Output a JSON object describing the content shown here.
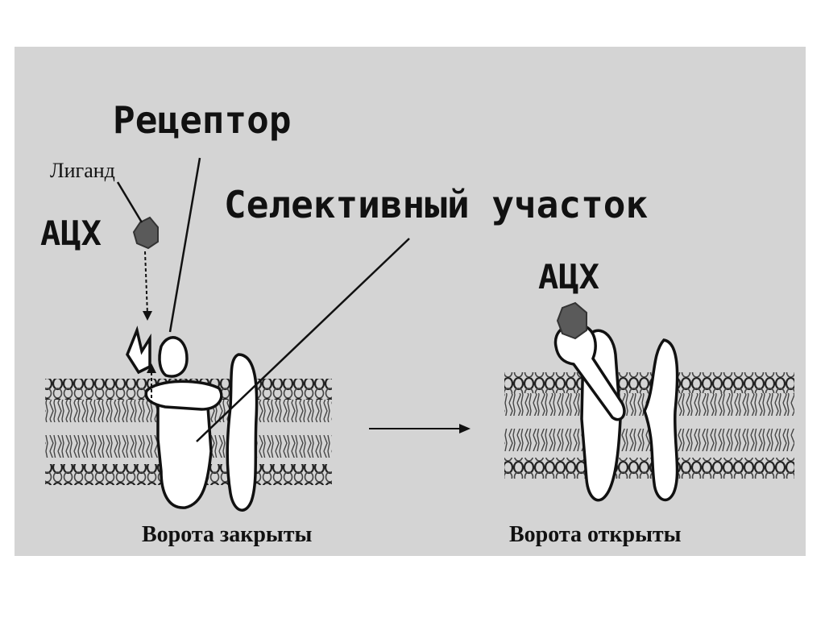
{
  "labels": {
    "receptor": "Рецептор",
    "ligand": "Лиганд",
    "ach_left": "АЦХ",
    "selective_site": "Селективный участок",
    "ach_right": "АЦХ",
    "gate_closed": "Ворота закрыты",
    "gate_open": "Ворота открыты"
  },
  "colors": {
    "panel_bg": "#d4d4d4",
    "ligand": "#5a5a5a",
    "ink": "#111111"
  }
}
